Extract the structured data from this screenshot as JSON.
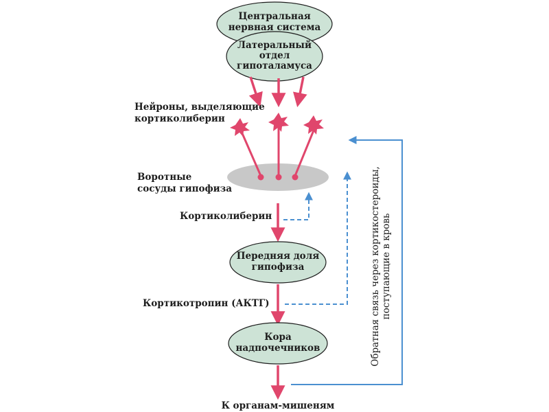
{
  "colors": {
    "node_fill": "#cde3d6",
    "arrow_red": "#e0466c",
    "feedback_blue": "#4a8fd0",
    "portal_gray": "#c8c8c8",
    "text": "#1d1d1d"
  },
  "nodes": {
    "cns": {
      "line1": "Центральная",
      "line2": "нервная система"
    },
    "hypothalamus": {
      "line1": "Латеральный",
      "line2": "отдел",
      "line3": "гипоталамуса"
    },
    "anterior_pituitary": {
      "line1": "Передняя доля",
      "line2": "гипофиза"
    },
    "adrenal_cortex": {
      "line1": "Кора",
      "line2": "надпочечников"
    }
  },
  "labels": {
    "neurons_line1": "Нейроны, выделяющие",
    "neurons_line2": "кортиколиберин",
    "portal_line1": "Воротные",
    "portal_line2": "сосуды гипофиза",
    "corticoliberin": "Кортиколиберин",
    "corticotropin": "Кортикотропин (АКТГ)",
    "target_organs": "К органам-мишеням",
    "feedback_line1": "Обратная связь через кортикостероиды,",
    "feedback_line2": "поступающие в кровь"
  },
  "icons": {
    "neuron": "star-shaped-neuron"
  }
}
